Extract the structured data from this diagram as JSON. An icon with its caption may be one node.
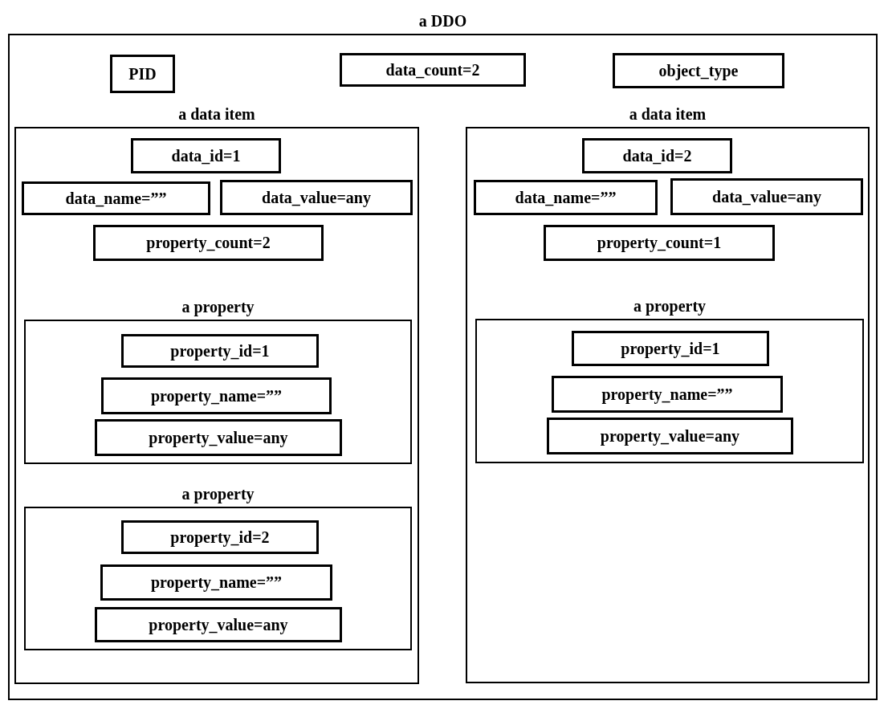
{
  "diagram": {
    "nodes": [
      {
        "text": [
          "a DDO"
        ]
      },
      {
        "text": [
          "PID"
        ],
        "in": 0
      },
      {
        "text": [
          "data_count=2"
        ],
        "in": 0
      },
      {
        "text": [
          "object_type"
        ],
        "in": 0
      },
      {
        "text": [
          "a data item"
        ],
        "in": 0
      },
      {
        "text": [
          "data_id=1"
        ],
        "in": 4
      },
      {
        "text": [
          "data_name=””"
        ],
        "in": 4
      },
      {
        "text": [
          "data_value=any"
        ],
        "in": 4
      },
      {
        "text": [
          "property_count=2"
        ],
        "in": 4
      },
      {
        "text": [
          "a property"
        ],
        "in": 4
      },
      {
        "text": [
          "property_id=1"
        ],
        "in": 9
      },
      {
        "text": [
          "property_name=””"
        ],
        "in": 9
      },
      {
        "text": [
          "property_value=any"
        ],
        "in": 9
      },
      {
        "text": [
          "a property"
        ],
        "in": 4
      },
      {
        "text": [
          "property_id=2"
        ],
        "in": 13
      },
      {
        "text": [
          "property_name=””"
        ],
        "in": 13
      },
      {
        "text": [
          "property_value=any"
        ],
        "in": 13
      },
      {
        "text": [
          "a data item"
        ],
        "in": 0
      },
      {
        "text": [
          "data_id=2"
        ],
        "in": 17
      },
      {
        "text": [
          "data_name=””"
        ],
        "in": 17
      },
      {
        "text": [
          "data_value=any"
        ],
        "in": 17
      },
      {
        "text": [
          "property_count=1"
        ],
        "in": 17
      },
      {
        "text": [
          "a property"
        ],
        "in": 17
      },
      {
        "text": [
          "property_id=1"
        ],
        "in": 22
      },
      {
        "text": [
          "property_name=””"
        ],
        "in": 22
      },
      {
        "text": [
          "property_value=any"
        ],
        "in": 22
      }
    ],
    "edges": []
  }
}
